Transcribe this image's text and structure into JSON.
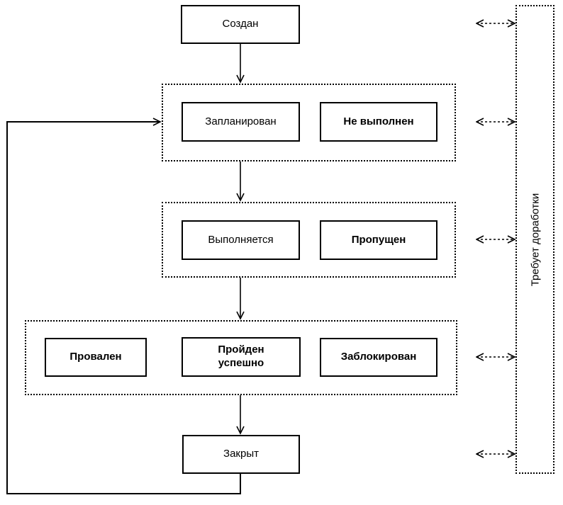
{
  "diagram": {
    "nodes": {
      "created": "Создан",
      "planned": "Запланирован",
      "not_executed": "Не выполнен",
      "in_progress": "Выполняется",
      "skipped": "Пропущен",
      "failed": "Провален",
      "passed": "Пройден успешно",
      "blocked": "Заблокирован",
      "closed": "Закрыт",
      "rework": "Требует доработки"
    },
    "colors": {
      "line": "#000000",
      "background": "#ffffff",
      "node_fill": "#ffffff",
      "text": "#000000"
    }
  }
}
